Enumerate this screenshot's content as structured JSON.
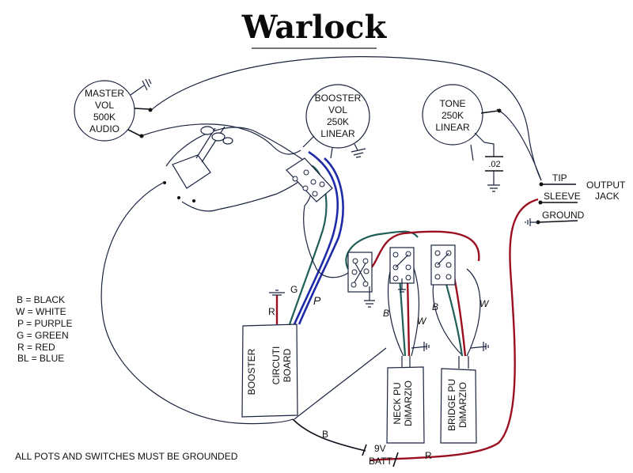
{
  "title": "Warlock",
  "pots": [
    {
      "id": "master",
      "lines": [
        "MASTER",
        "VOL",
        "500K",
        "AUDIO"
      ]
    },
    {
      "id": "booster",
      "lines": [
        "BOOSTER",
        "VOL",
        "250K",
        "LINEAR"
      ]
    },
    {
      "id": "tone",
      "lines": [
        "TONE",
        "250K",
        "LINEAR"
      ]
    }
  ],
  "capacitor": {
    "value": ".02"
  },
  "output_jack": {
    "title_lines": [
      "OUTPUT",
      "JACK"
    ],
    "terminals": [
      "TIP",
      "SLEEVE",
      "GROUND"
    ]
  },
  "legend": [
    "B = BLACK",
    "W = WHITE",
    "P = PURPLE",
    "G = GREEN",
    "R = RED",
    "BL = BLUE"
  ],
  "booster_board": {
    "lines": [
      "BOOSTER",
      "CIRCUTI",
      "BOARD"
    ]
  },
  "pickups": [
    {
      "id": "neck",
      "lines": [
        "NECK PU",
        "DiMARZIO"
      ]
    },
    {
      "id": "bridge",
      "lines": [
        "BRIDGE PU",
        "DiMARZIO"
      ]
    }
  ],
  "battery": {
    "lines": [
      "9V",
      "BATT"
    ]
  },
  "wire_labels": {
    "board_ground_red": "R",
    "board_green": "G",
    "board_purple": "P",
    "battery_black": "B",
    "battery_red": "R",
    "neck_black": "B",
    "neck_white": "W",
    "bridge_black": "B",
    "bridge_white": "W"
  },
  "footer_note": "ALL POTS AND SWITCHES MUST BE GROUNDED",
  "colors": {
    "wire_black": "#1b2440",
    "wire_red": "#9b1020",
    "wire_green": "#1f5f58",
    "wire_blue": "#1f2aa8"
  }
}
